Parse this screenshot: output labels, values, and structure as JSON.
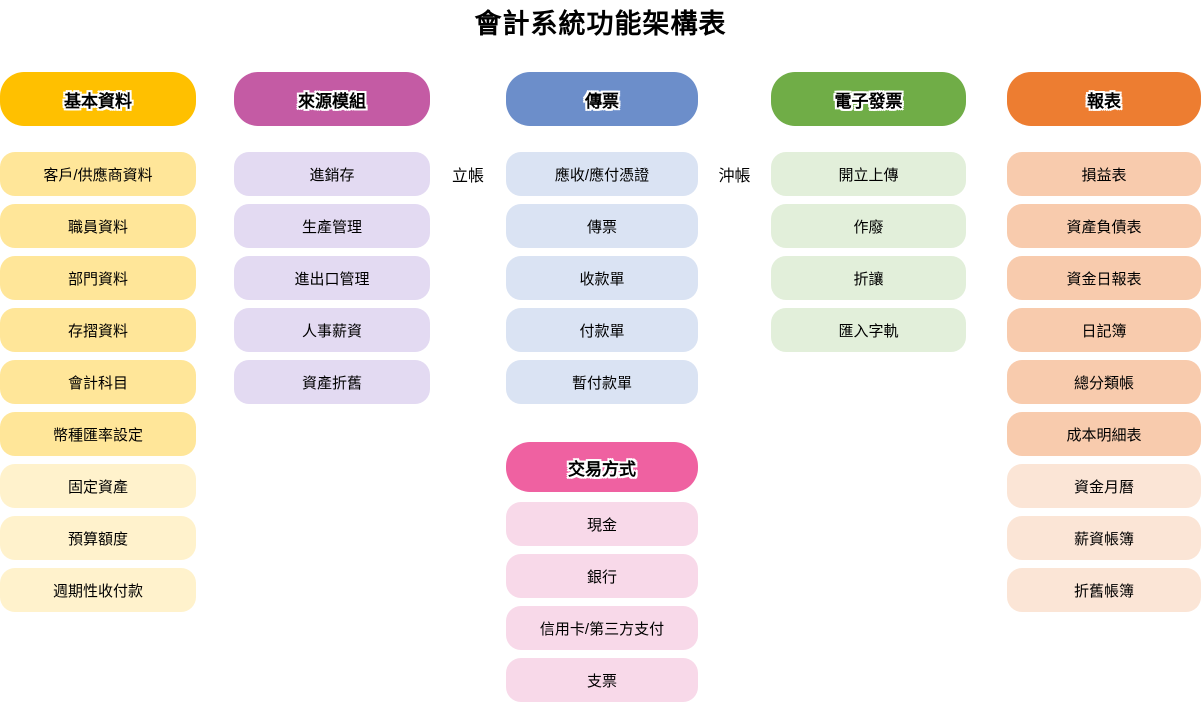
{
  "title": "會計系統功能架構表",
  "connectors": {
    "establish_label": "立帳",
    "offset_label": "沖帳"
  },
  "columns": {
    "basic": {
      "header": "基本資料",
      "header_color": "#FFC000",
      "item_color": "#FFE699",
      "item_color_light": "#FFF2CC",
      "items": [
        "客戶/供應商資料",
        "職員資料",
        "部門資料",
        "存摺資料",
        "會計科目",
        "幣種匯率設定",
        "固定資產",
        "預算額度",
        "週期性收付款"
      ]
    },
    "source": {
      "header": "來源模組",
      "header_color": "#C45BA4",
      "item_color": "#E3DAF2",
      "items": [
        "進銷存",
        "生產管理",
        "進出口管理",
        "人事薪資",
        "資產折舊"
      ]
    },
    "voucher": {
      "header": "傳票",
      "header_color": "#6C8ECA",
      "item_color": "#DAE3F3",
      "items": [
        "應收/應付憑證",
        "傳票",
        "收款單",
        "付款單",
        "暫付款單"
      ]
    },
    "transaction": {
      "header": "交易方式",
      "header_color": "#EF61A1",
      "item_color": "#F8D9E9",
      "items": [
        "現金",
        "銀行",
        "信用卡/第三方支付",
        "支票"
      ]
    },
    "einvoice": {
      "header": "電子發票",
      "header_color": "#70AD47",
      "item_color": "#E2EFDA",
      "items": [
        "開立上傳",
        "作廢",
        "折讓",
        "匯入字軌"
      ]
    },
    "report": {
      "header": "報表",
      "header_color": "#ED7D31",
      "item_color": "#F8CBAD",
      "item_color_light": "#FBE5D6",
      "items": [
        "損益表",
        "資產負債表",
        "資金日報表",
        "日記簿",
        "總分類帳",
        "成本明細表",
        "資金月曆",
        "薪資帳簿",
        "折舊帳簿"
      ]
    }
  }
}
